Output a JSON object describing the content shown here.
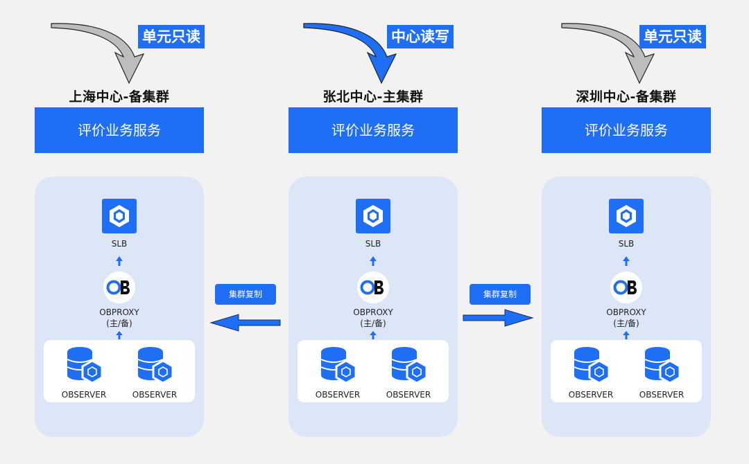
{
  "clusters": [
    {
      "mode": "单元只读",
      "title": "上海中心-备集群",
      "service": "评价业务服务",
      "slb": "SLB",
      "proxy": "OBPROXY",
      "proxy_role": "(主/备)",
      "observers": [
        "OBSERVER",
        "OBSERVER"
      ]
    },
    {
      "mode": "中心读写",
      "title": "张北中心-主集群",
      "service": "评价业务服务",
      "slb": "SLB",
      "proxy": "OBPROXY",
      "proxy_role": "(主/备)",
      "observers": [
        "OBSERVER",
        "OBSERVER"
      ]
    },
    {
      "mode": "单元只读",
      "title": "深圳中心-备集群",
      "service": "评价业务服务",
      "slb": "SLB",
      "proxy": "OBPROXY",
      "proxy_role": "(主/备)",
      "observers": [
        "OBSERVER",
        "OBSERVER"
      ]
    }
  ],
  "replication": [
    {
      "label": "集群复制",
      "direction": "left"
    },
    {
      "label": "集群复制",
      "direction": "right"
    }
  ],
  "colors": {
    "accent": "#1e6ff5",
    "region_bg": "#dde6f7",
    "inactive_arrow": "#bdbdbd",
    "active_arrow": "#1e6ff5"
  },
  "icons": {
    "slb": "slb-hexagon-icon",
    "proxy": "ob-logo-icon",
    "observer": "database-cube-icon"
  }
}
